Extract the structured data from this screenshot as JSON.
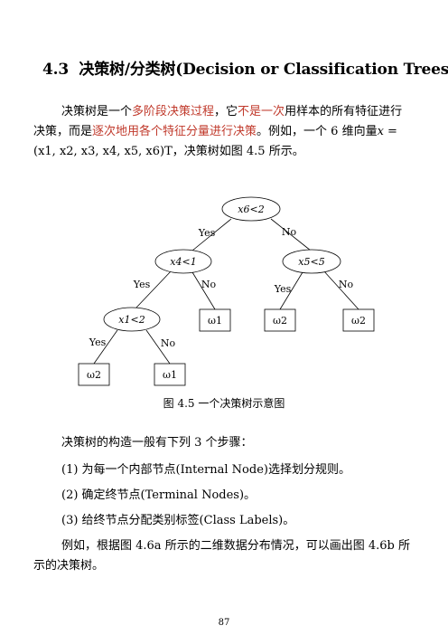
{
  "section": {
    "number": "4.3",
    "title_zh": "决策树/分类树",
    "title_en": "(Decision or Classification Trees)"
  },
  "intro": {
    "t1": "决策树是一个",
    "h1": "多阶段决策过程",
    "t2": "，它",
    "h2": "不是一次",
    "t3": "用样本的所有特征进行决策，而是",
    "h3": "逐次地用各个特征分量进行决策",
    "t4": "。例如，一个 6 维向量",
    "vec": "x",
    "t5": " = (x1, x2, x3, x4, x5, x6)T，决策树如图 4.5 所示。"
  },
  "tree": {
    "root": "x6<2",
    "n1": "x4<1",
    "n2": "x5<5",
    "n3": "x1<2",
    "edge_yes": "Yes",
    "edge_no": "No",
    "leaf1": "ω1",
    "leaf2": "ω2",
    "leaf3": "ω2",
    "leaf4": "ω2",
    "leaf5": "ω1"
  },
  "figure_caption": "图 4.5  一个决策树示意图",
  "steps_intro": "决策树的构造一般有下列 3 个步骤：",
  "steps": [
    "(1) 为每一个内部节点(Internal Node)选择划分规则。",
    "(2) 确定终节点(Terminal Nodes)。",
    "(3) 给终节点分配类别标签(Class Labels)。"
  ],
  "example": "例如，根据图 4.6a 所示的二维数据分布情况，可以画出图 4.6b 所示的决策树。",
  "page_number": "87"
}
